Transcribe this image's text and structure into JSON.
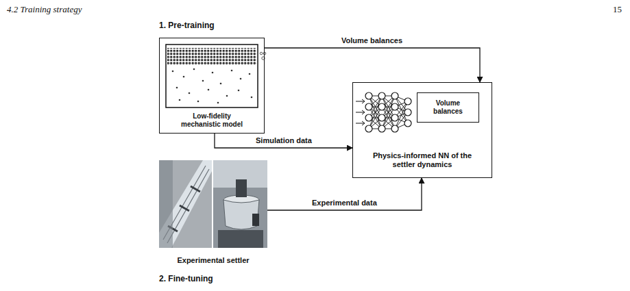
{
  "diagram": {
    "nodes": [
      {
        "text": [
          "Low-fidelity mechanistic model"
        ]
      },
      {
        "text": [
          "Physics-informed NN of the settler dynamics"
        ]
      },
      {
        "text": [
          "Volume balances"
        ],
        "in": 1
      },
      {
        "text": [
          "Experimental settler"
        ]
      }
    ],
    "edges": [
      {
        "from": 0,
        "to": 1,
        "label": "Volume balances",
        "arrow": "to"
      },
      {
        "from": 0,
        "to": 1,
        "label": "Simulation data",
        "arrow": "to"
      },
      {
        "from": 3,
        "to": 1,
        "label": "Experimental data",
        "arrow": "to"
      }
    ],
    "labels": [
      "4.2 Training strategy",
      "15",
      "1. Pre-training",
      "2. Fine-tuning"
    ]
  }
}
